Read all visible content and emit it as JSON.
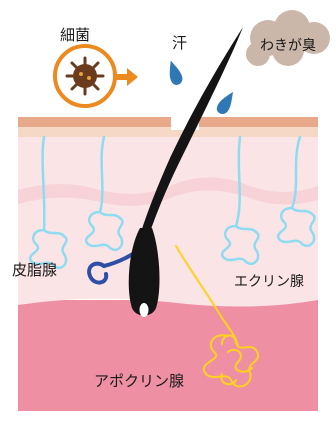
{
  "labels": {
    "bacteria": "細菌",
    "sweat": "汗",
    "odor": "わきが臭",
    "sebaceous_gland": "皮脂腺",
    "eccrine_gland": "エクリン腺",
    "apocrine_gland": "アポクリン腺"
  },
  "colors": {
    "epidermis_top": "#e8a98a",
    "skin_light": "#fbe6e6",
    "skin_mid": "#f7d3d6",
    "dermis": "#ee8fa4",
    "hair": "#141414",
    "eccrine": "#8fdcf2",
    "sebaceous": "#2f4fa6",
    "apocrine": "#ffd21e",
    "sweat": "#2f78b4",
    "odor_cloud": "#cbb7aa",
    "bacteria_ring": "#ec8a1f",
    "bacteria_body": "#6b3b1d"
  }
}
